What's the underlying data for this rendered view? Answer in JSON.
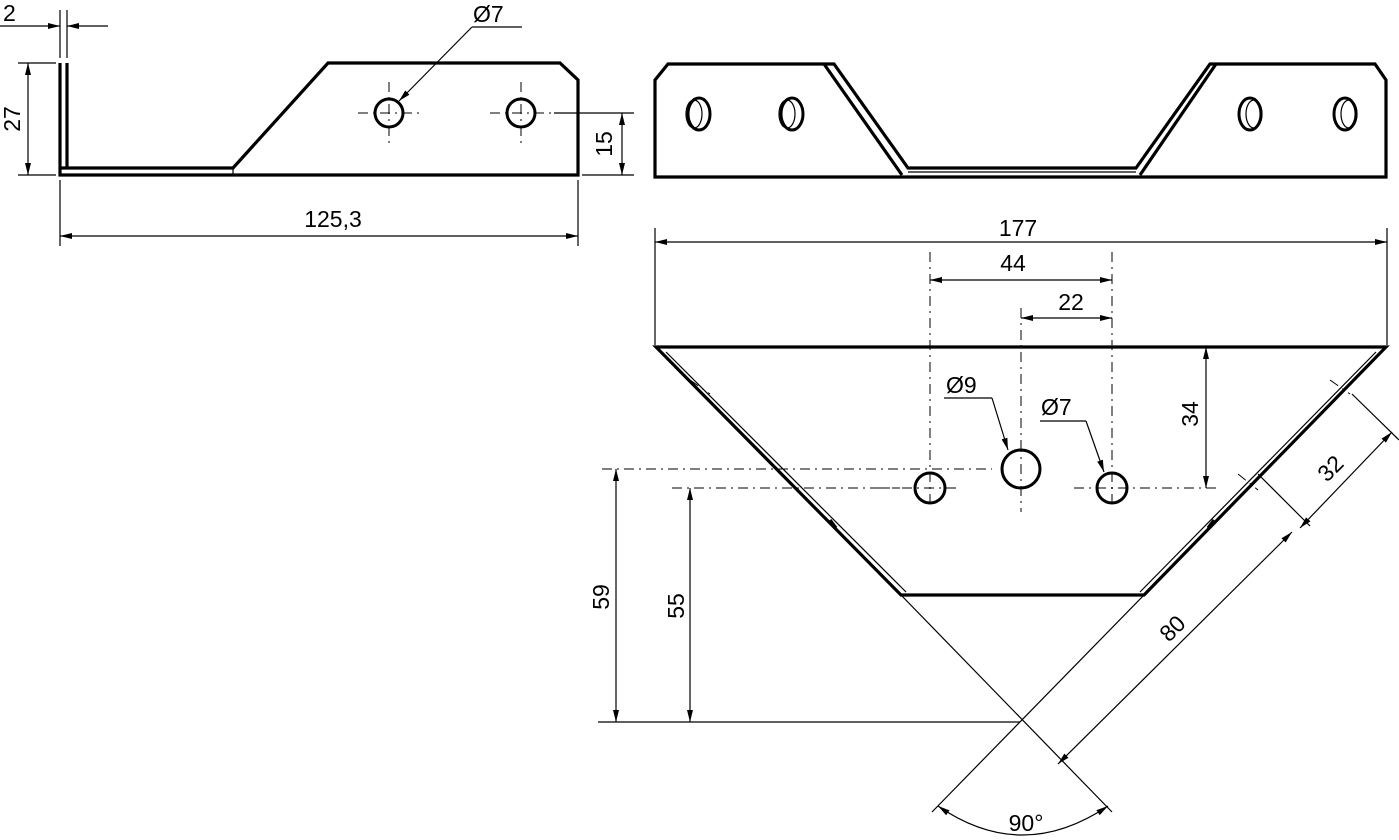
{
  "dimensions": {
    "thickness": "2",
    "flange_height": "27",
    "side_length": "125,3",
    "side_hole_dia": "Ø7",
    "side_hole_height": "15",
    "width": "177",
    "outer_hole_spacing": "44",
    "inner_hole_spacing": "22",
    "center_hole_dia": "Ø9",
    "outer_hole_dia": "Ø7",
    "hole_depth": "34",
    "wing_hole_offset": "32",
    "height_a": "59",
    "height_b": "55",
    "wing_length": "80",
    "angle": "90°"
  }
}
